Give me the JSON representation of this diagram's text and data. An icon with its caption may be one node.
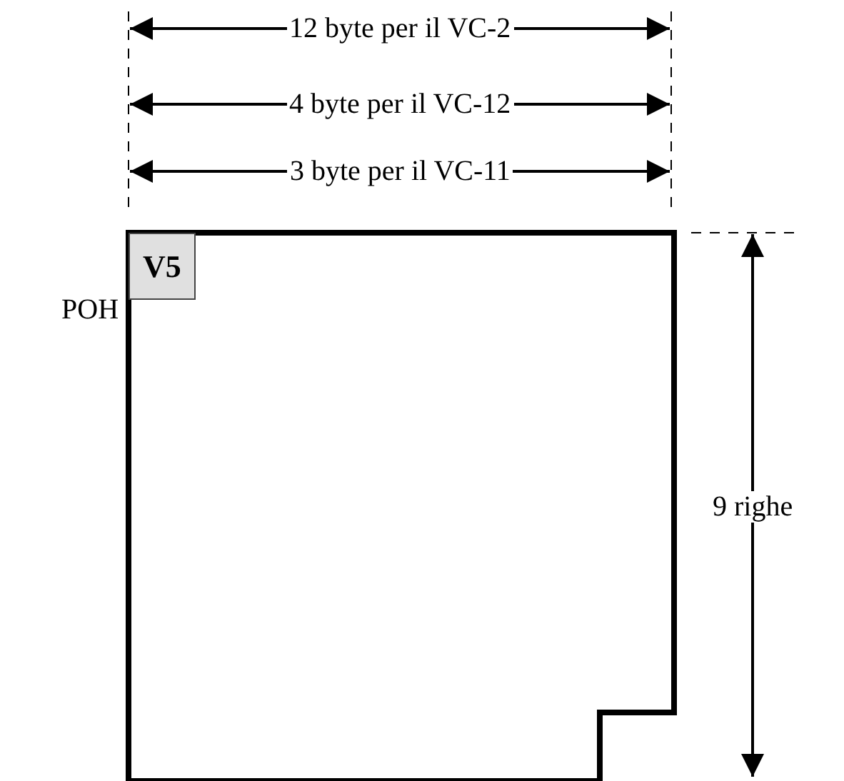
{
  "diagram": {
    "nodes": [
      {
        "text": [],
        "shape": "box"
      },
      {
        "text": [
          "V5"
        ],
        "beside": [
          "POH"
        ],
        "in": 0
      }
    ],
    "edges": [],
    "labels": [
      "12 byte per il VC-2",
      "4 byte per il VC-12",
      "3 byte per il VC-11",
      "9 righe"
    ]
  }
}
